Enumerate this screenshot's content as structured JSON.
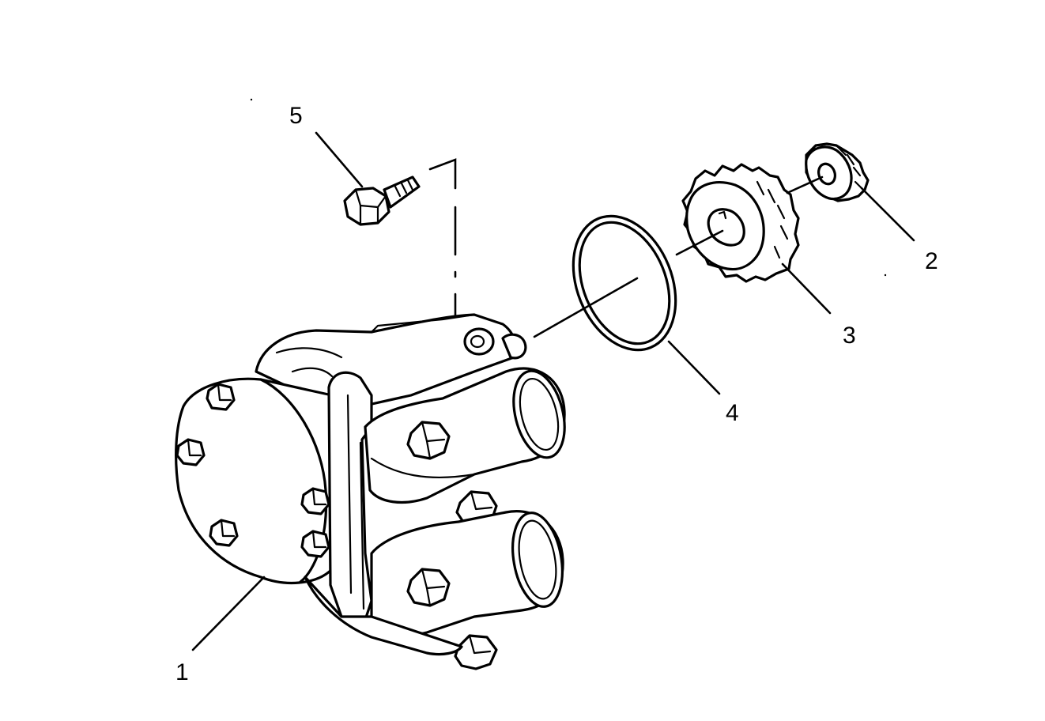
{
  "callouts": [
    {
      "id": "1",
      "label": "1",
      "part": "pump-body"
    },
    {
      "id": "2",
      "label": "2",
      "part": "small-gear"
    },
    {
      "id": "3",
      "label": "3",
      "part": "large-gear"
    },
    {
      "id": "4",
      "label": "4",
      "part": "o-ring"
    },
    {
      "id": "5",
      "label": "5",
      "part": "bolt"
    }
  ],
  "colors": {
    "ink": "#000000",
    "paper": "#ffffff"
  }
}
